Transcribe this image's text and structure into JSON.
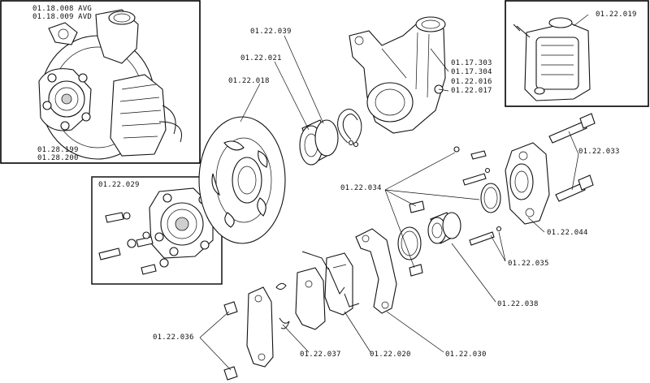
{
  "labels": {
    "inset_top_left_line1": "01.18.008 AVG",
    "inset_top_left_line2": "01.18.009 AVD",
    "inset_top_left_bottom_line1": "01.28.199",
    "inset_top_left_bottom_line2": "01.28.200",
    "inset_top_right": "01.22.019",
    "inset_hub": "01.22.029",
    "snap_ring": "01.22.039",
    "bearing": "01.22.021",
    "disc": "01.22.018",
    "knuckle_1": "01.17.303",
    "knuckle_2": "01.17.304",
    "knuckle_3": "01.22.016",
    "knuckle_4": "01.22.017",
    "bolts": "01.22.033",
    "pins": "01.22.034",
    "caliper": "01.22.044",
    "pistons": "01.22.035",
    "seals": "01.22.038",
    "plate": "01.22.036",
    "spring": "01.22.037",
    "pads": "01.22.020",
    "bracket": "01.22.030"
  }
}
